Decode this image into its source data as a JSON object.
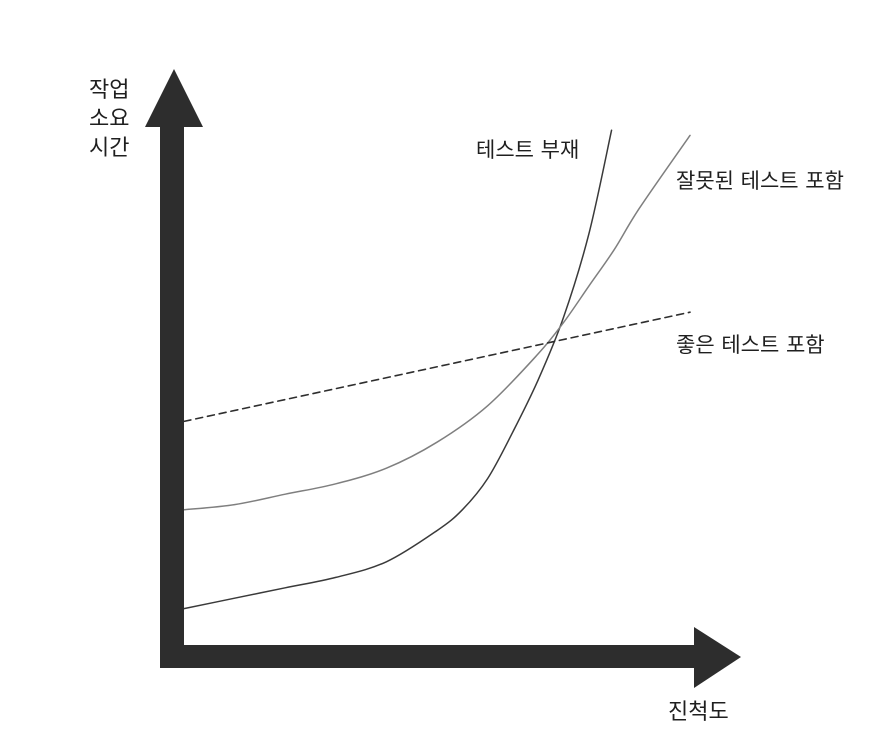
{
  "chart_data": {
    "type": "line",
    "xlabel": "진척도",
    "ylabel": [
      "작업",
      "소요",
      "시간"
    ],
    "xlim": [
      0,
      10
    ],
    "ylim": [
      0,
      10
    ],
    "grid": false,
    "series": [
      {
        "name": "테스트 부재",
        "line_style": "solid",
        "color": "#3a3a3a",
        "x": [
          0,
          1,
          2,
          3,
          4,
          5,
          5.5,
          6,
          6.5,
          7,
          7.5,
          8,
          8.45
        ],
        "y": [
          0.7,
          0.9,
          1.1,
          1.3,
          1.6,
          2.2,
          2.6,
          3.2,
          4.1,
          5.1,
          6.3,
          7.9,
          9.9
        ]
      },
      {
        "name": "잘못된 테스트 포함",
        "line_style": "solid",
        "color": "#7f7f7f",
        "x": [
          0,
          1,
          2,
          3,
          4,
          5,
          6,
          7,
          7.5,
          8,
          8.5,
          9,
          10
        ],
        "y": [
          2.6,
          2.7,
          2.9,
          3.1,
          3.4,
          3.9,
          4.6,
          5.6,
          6.2,
          6.9,
          7.6,
          8.4,
          9.8
        ]
      },
      {
        "name": "좋은 테스트 포함",
        "line_style": "dashed",
        "color": "#2e2e2e",
        "x": [
          0,
          10
        ],
        "y": [
          4.3,
          6.4
        ]
      }
    ]
  },
  "colors": {
    "axis": "#2d2d2d",
    "text": "#1f1f1f"
  }
}
